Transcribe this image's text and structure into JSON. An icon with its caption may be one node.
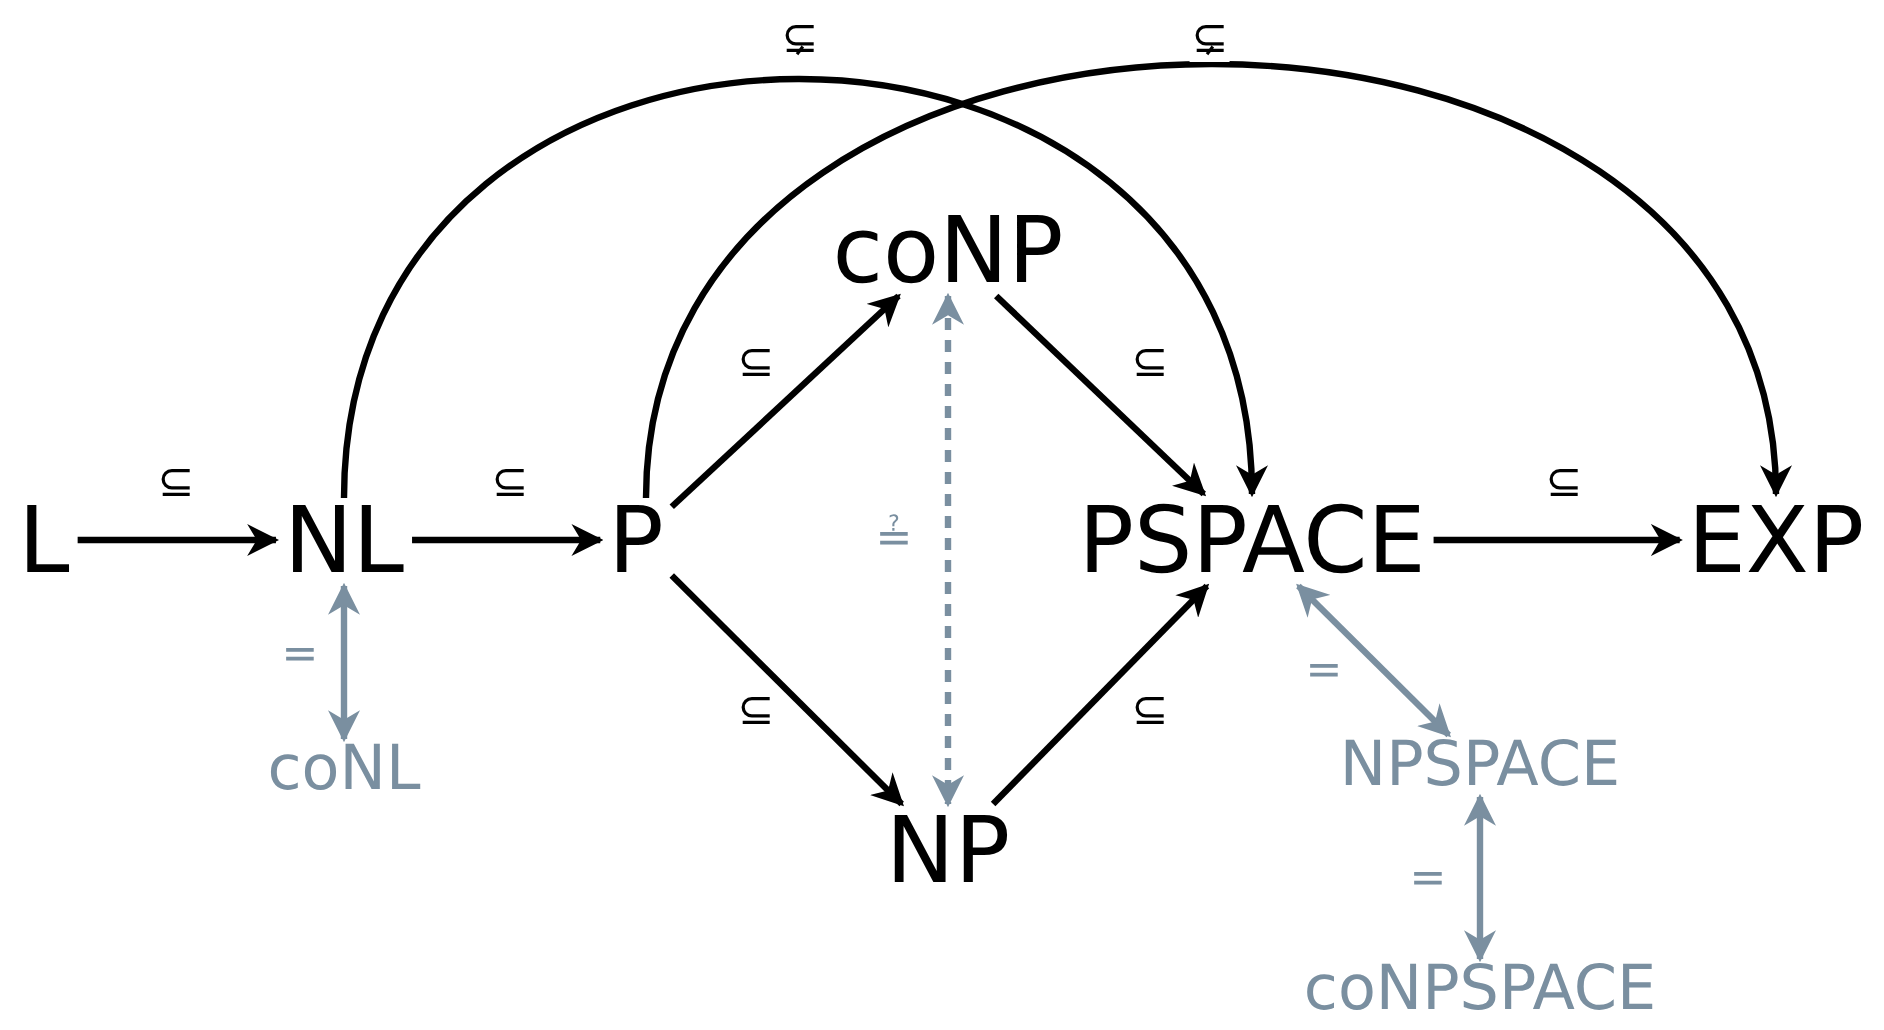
{
  "diagram": {
    "nodes": [
      {
        "text": [
          "L"
        ]
      },
      {
        "text": [
          "NL"
        ]
      },
      {
        "text": [
          "P"
        ]
      },
      {
        "text": [
          "coNP"
        ]
      },
      {
        "text": [
          "NP"
        ]
      },
      {
        "text": [
          "PSPACE"
        ]
      },
      {
        "text": [
          "EXP"
        ]
      },
      {
        "text": [
          "coNL"
        ]
      },
      {
        "text": [
          "NPSPACE"
        ]
      },
      {
        "text": [
          "coNPSPACE"
        ]
      }
    ],
    "edges": [
      {
        "from": 0,
        "to": 1,
        "arrow": "to",
        "label": "⊆"
      },
      {
        "from": 1,
        "to": 2,
        "arrow": "to",
        "label": "⊆"
      },
      {
        "from": 2,
        "to": 3,
        "arrow": "to",
        "label": "⊆"
      },
      {
        "from": 2,
        "to": 4,
        "arrow": "to",
        "label": "⊆"
      },
      {
        "from": 3,
        "to": 5,
        "arrow": "to",
        "label": "⊆"
      },
      {
        "from": 4,
        "to": 5,
        "arrow": "to",
        "label": "⊆"
      },
      {
        "from": 5,
        "to": 6,
        "arrow": "to",
        "label": "⊆"
      },
      {
        "from": 1,
        "to": 5,
        "arrow": "to",
        "label": "⊊"
      },
      {
        "from": 2,
        "to": 6,
        "arrow": "to",
        "label": "⊊"
      },
      {
        "from": 1,
        "to": 7,
        "arrow": "both",
        "label": "=",
        "color": "#7a8fa0"
      },
      {
        "from": 3,
        "to": 4,
        "arrow": "both",
        "label": "≟",
        "style": "dashed",
        "color": "#7a8fa0"
      },
      {
        "from": 5,
        "to": 8,
        "arrow": "both",
        "label": "=",
        "color": "#7a8fa0"
      },
      {
        "from": 8,
        "to": 9,
        "arrow": "both",
        "label": "=",
        "color": "#7a8fa0"
      }
    ]
  }
}
